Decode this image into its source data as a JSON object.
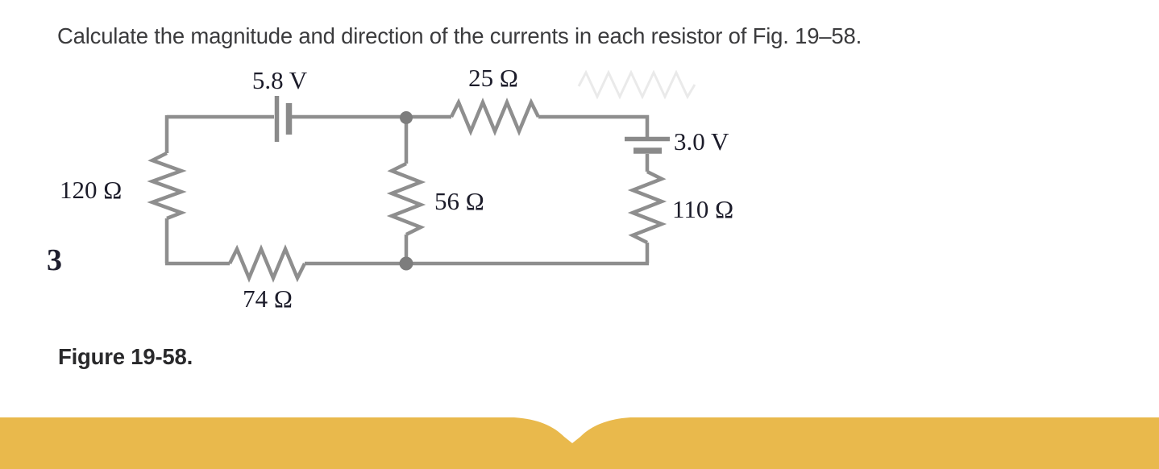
{
  "problem": {
    "text": "Calculate the magnitude and direction of the currents in each resistor of Fig. 19–58."
  },
  "figure": {
    "caption": "Figure 19-58."
  },
  "marginalia": {
    "partial_character": "3"
  },
  "circuit": {
    "components": {
      "battery_top": {
        "type": "battery",
        "label": "5.8 V"
      },
      "resistor_top": {
        "type": "resistor",
        "label": "25 Ω"
      },
      "battery_right": {
        "type": "battery",
        "label": "3.0 V"
      },
      "resistor_left": {
        "type": "resistor",
        "label": "120 Ω"
      },
      "resistor_middle": {
        "type": "resistor",
        "label": "56 Ω"
      },
      "resistor_right": {
        "type": "resistor",
        "label": "110 Ω"
      },
      "resistor_bottom": {
        "type": "resistor",
        "label": "74 Ω"
      }
    },
    "colors": {
      "wire": "#8e8e8e",
      "node": "#7d7d7d",
      "label_text": "#1c1c2a"
    }
  },
  "bottom_bar": {
    "color": "#e9b94c"
  }
}
